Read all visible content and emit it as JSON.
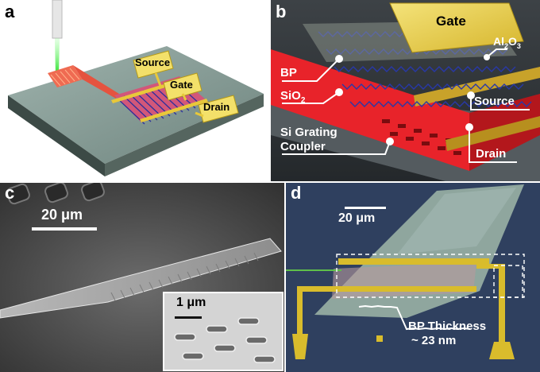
{
  "figure": {
    "panel_a": {
      "letter": "a",
      "labels": {
        "source": "Source",
        "gate": "Gate",
        "drain": "Drain"
      }
    },
    "panel_b": {
      "letter": "b",
      "labels": {
        "gate": "Gate",
        "al2o3_main": "Al",
        "al2o3_sub": "2",
        "al2o3_tail": "O",
        "al2o3_sub2": "3",
        "bp": "BP",
        "sio2_main": "SiO",
        "sio2_sub": "2",
        "source": "Source",
        "grating_line1": "Si Grating",
        "grating_line2": "Coupler",
        "drain": "Drain"
      }
    },
    "panel_c": {
      "letter": "c",
      "scale_main": "20 μm",
      "scale_inset": "1 μm"
    },
    "panel_d": {
      "letter": "d",
      "scale": "20 μm",
      "thickness_line1": "BP Thickness",
      "thickness_line2": "~ 23 nm"
    }
  },
  "colors": {
    "gold": "#e8c83a",
    "red": "#e8232a",
    "blue_bp": "#2838a8",
    "chip_gray": "#7f9590",
    "optical_bg": "#2e3f5e"
  }
}
